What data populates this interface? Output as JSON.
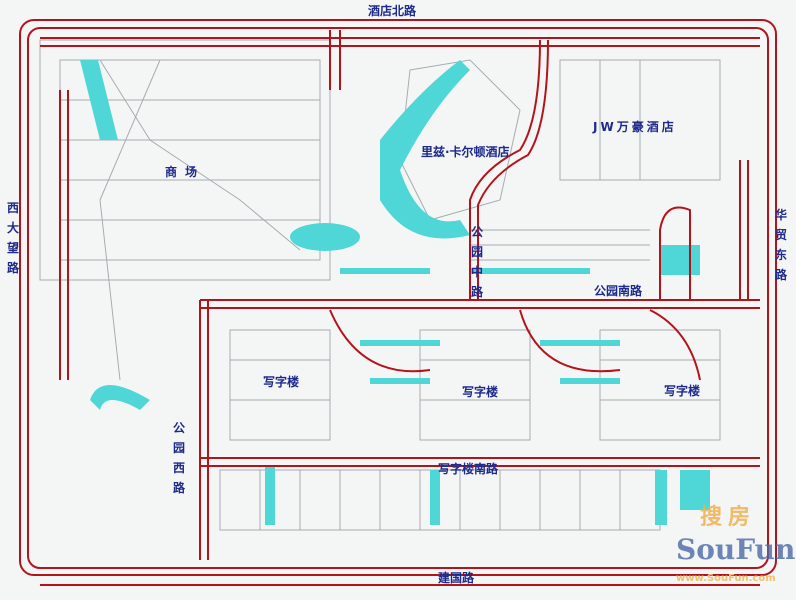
{
  "roads": {
    "north": "酒店北路",
    "west": "西大望路",
    "east": "华贸东路",
    "south": "建国路",
    "park_middle": "公园中路",
    "park_south": "公园南路",
    "park_west": "公园西路",
    "office_south": "写字楼南路"
  },
  "buildings": {
    "mall": "商场",
    "ritz": "里兹·卡尔顿酒店",
    "jw": "JW万豪酒店",
    "office_1": "写字楼",
    "office_2": "写字楼",
    "office_3": "写字楼"
  },
  "watermark": {
    "cn": "搜房",
    "brand": "SouFun",
    "url": "www.SouFun.com"
  },
  "colors": {
    "road": "#b3141c",
    "water": "#4fd6d6",
    "label": "#1c2a8c",
    "lines": "#9aa0a4"
  }
}
